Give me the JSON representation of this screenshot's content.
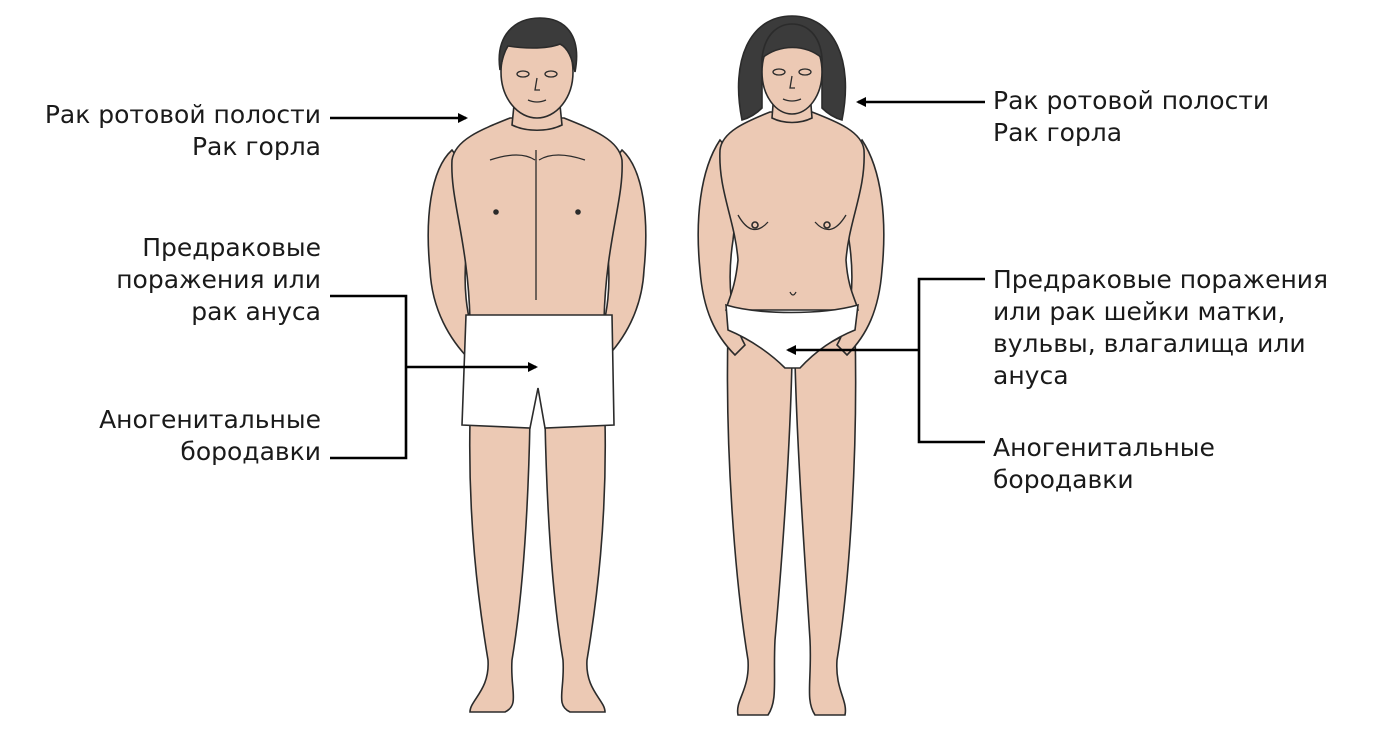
{
  "labels": {
    "male_oral_1": "Рак ротовой полости",
    "male_oral_2": "Рак горла",
    "male_anal_1": "Предраковые",
    "male_anal_2": "поражения или",
    "male_anal_3": "рак ануса",
    "male_warts_1": "Аногенитальные",
    "male_warts_2": "бородавки",
    "female_oral_1": "Рак ротовой полости",
    "female_oral_2": "Рак горла",
    "female_cervix_1": "Предраковые поражения",
    "female_cervix_2": "или рак шейки матки,",
    "female_cervix_3": "вульвы, влагалища или",
    "female_cervix_4": "ануса",
    "female_warts_1": "Аногенитальные",
    "female_warts_2": "бородавки"
  },
  "colors": {
    "skin": "#ecc9b4",
    "outline": "#2b2b2b",
    "hair": "#3b3b3b",
    "underwear": "#ffffff"
  }
}
